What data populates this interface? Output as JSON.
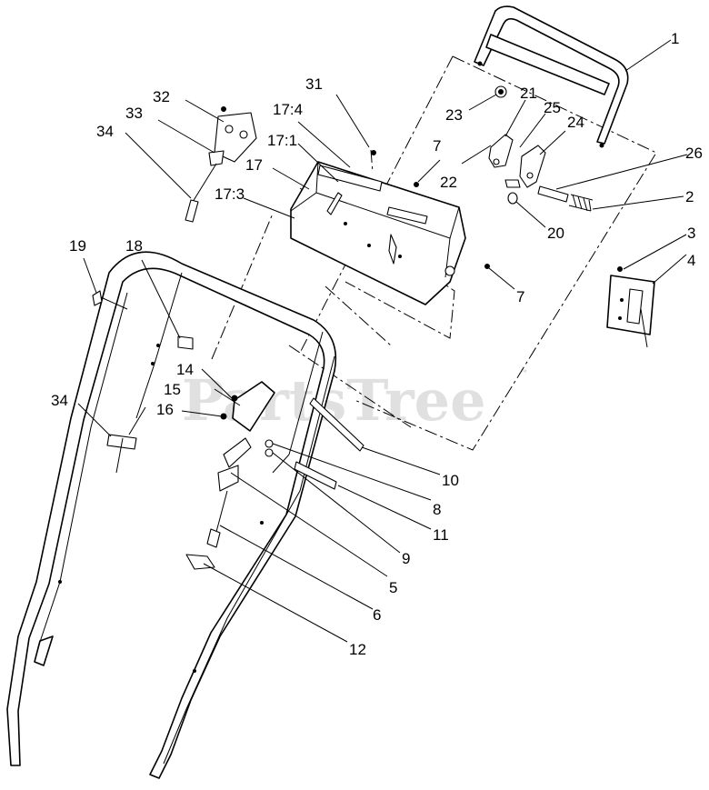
{
  "watermark": {
    "brand": "PartsTree",
    "trademark": "™"
  },
  "callouts": {
    "c1": "1",
    "c2": "2",
    "c3": "3",
    "c4": "4",
    "c5": "5",
    "c6": "6",
    "c7a": "7",
    "c7b": "7",
    "c8": "8",
    "c9": "9",
    "c10": "10",
    "c11": "11",
    "c12": "12",
    "c14": "14",
    "c15": "15",
    "c16": "16",
    "c17": "17",
    "c17_1": "17:1",
    "c17_3": "17:3",
    "c17_4": "17:4",
    "c18": "18",
    "c19": "19",
    "c20": "20",
    "c21": "21",
    "c22": "22",
    "c23": "23",
    "c24": "24",
    "c25": "25",
    "c26": "26",
    "c31": "31",
    "c32": "32",
    "c33": "33",
    "c34a": "34",
    "c34b": "34"
  }
}
